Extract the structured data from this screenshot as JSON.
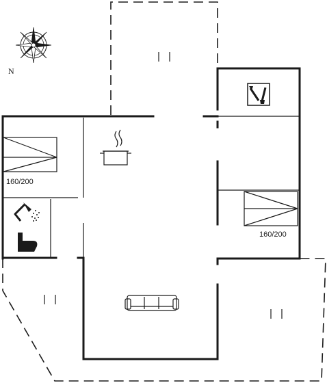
{
  "compass": {
    "north_label": "N"
  },
  "bedrooms": [
    {
      "bed_size": "160/200"
    },
    {
      "bed_size": "160/200"
    }
  ],
  "icons": [
    "compass-rose-icon",
    "kitchen-pot-icon",
    "shower-icon",
    "toilet-icon",
    "sofa-icon",
    "utility-tools-icon",
    "terrace-furniture-icon"
  ]
}
